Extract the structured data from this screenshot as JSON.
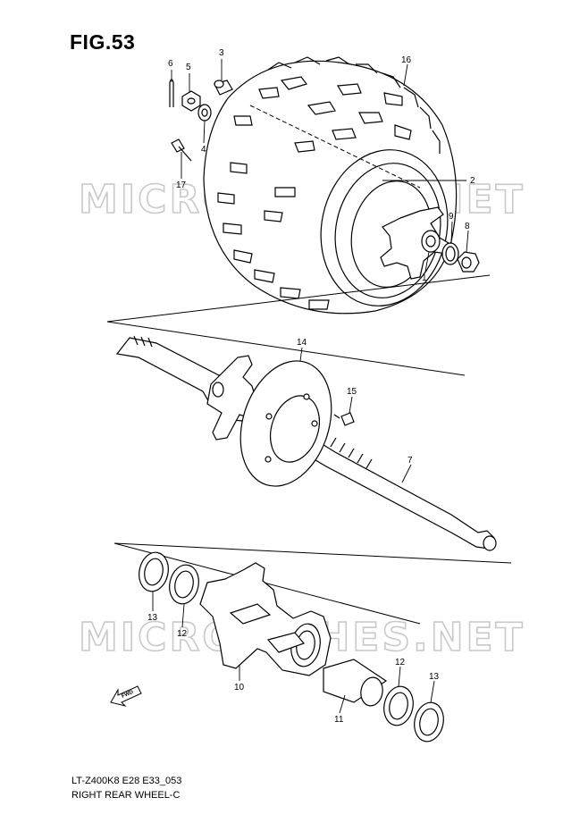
{
  "figure": {
    "title": "FIG.53",
    "model_code": "LT-Z400K8 E28 E33_053",
    "caption": "RIGHT REAR WHEEL-C"
  },
  "watermark": {
    "text": "MICROFICHES.NET",
    "color": "#c9c9c9"
  },
  "fwd_label": "FWD",
  "parts": [
    {
      "ref": "1"
    },
    {
      "ref": "2"
    },
    {
      "ref": "3"
    },
    {
      "ref": "4"
    },
    {
      "ref": "5"
    },
    {
      "ref": "6"
    },
    {
      "ref": "7"
    },
    {
      "ref": "8"
    },
    {
      "ref": "9"
    },
    {
      "ref": "10"
    },
    {
      "ref": "11"
    },
    {
      "ref": "12"
    },
    {
      "ref": "12"
    },
    {
      "ref": "13"
    },
    {
      "ref": "13"
    },
    {
      "ref": "14"
    },
    {
      "ref": "15"
    },
    {
      "ref": "16"
    },
    {
      "ref": "17"
    }
  ]
}
